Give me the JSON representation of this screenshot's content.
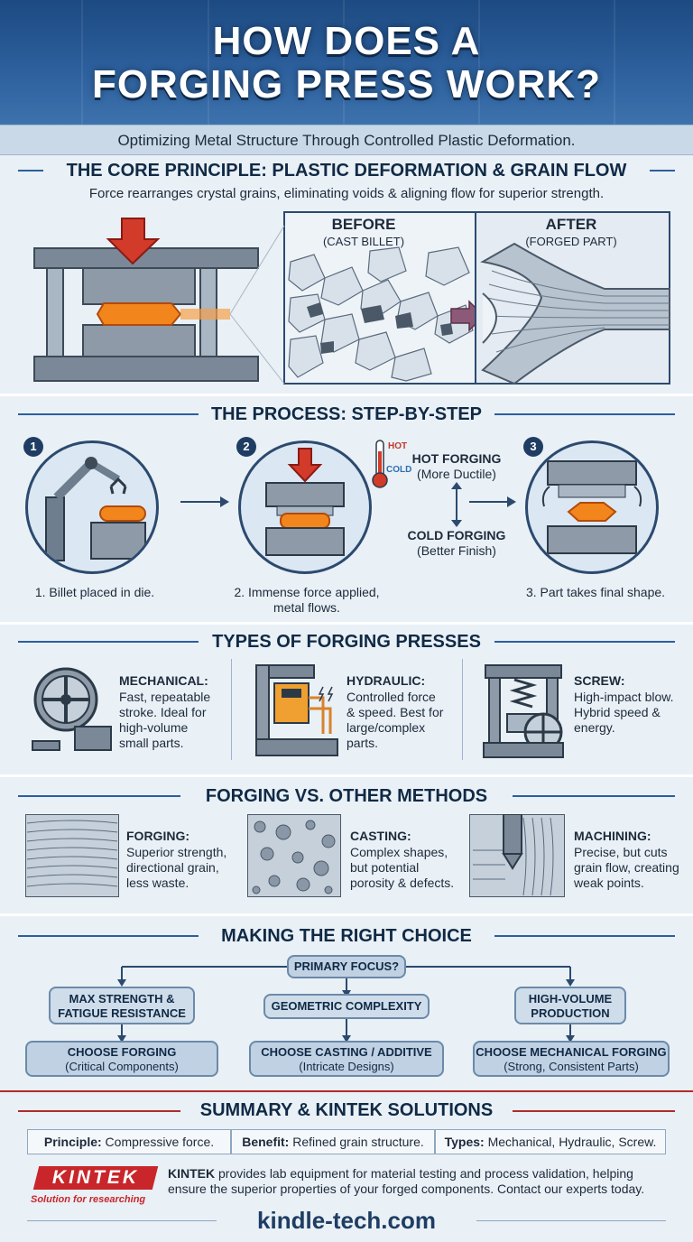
{
  "header": {
    "title_line1": "HOW DOES A",
    "title_line2": "FORGING PRESS WORK?",
    "subtitle": "Optimizing Metal Structure Through Controlled Plastic Deformation."
  },
  "core": {
    "title": "THE CORE PRINCIPLE: PLASTIC DEFORMATION & GRAIN FLOW",
    "desc": "Force rearranges crystal grains, eliminating voids & aligning flow for superior strength.",
    "before_label": "BEFORE",
    "before_sub": "(CAST BILLET)",
    "after_label": "AFTER",
    "after_sub": "(FORGED PART)"
  },
  "process": {
    "title": "THE PROCESS: STEP-BY-STEP",
    "steps": [
      {
        "num": "1",
        "caption": "1. Billet placed in die."
      },
      {
        "num": "2",
        "caption_line1": "2. Immense force applied,",
        "caption_line2": "metal flows."
      },
      {
        "num": "3",
        "caption": "3. Part takes final shape."
      }
    ],
    "thermo_hot": "HOT",
    "thermo_cold": "COLD",
    "hot_title": "HOT FORGING",
    "hot_sub": "(More Ductile)",
    "cold_title": "COLD FORGING",
    "cold_sub": "(Better Finish)"
  },
  "types": {
    "title": "TYPES OF FORGING PRESSES",
    "items": [
      {
        "name": "MECHANICAL:",
        "l1": "Fast, repeatable",
        "l2": "stroke. Ideal for",
        "l3": "high-volume",
        "l4": "small parts."
      },
      {
        "name": "HYDRAULIC:",
        "l1": "Controlled force",
        "l2": "& speed. Best for",
        "l3": "large/complex",
        "l4": "parts."
      },
      {
        "name": "SCREW:",
        "l1": "High-impact blow.",
        "l2": "Hybrid speed &",
        "l3": "energy.",
        "l4": ""
      }
    ]
  },
  "compare": {
    "title": "FORGING VS. OTHER METHODS",
    "items": [
      {
        "name": "FORGING:",
        "l1": "Superior strength,",
        "l2": "directional grain,",
        "l3": "less waste."
      },
      {
        "name": "CASTING:",
        "l1": "Complex shapes,",
        "l2": "but potential",
        "l3": "porosity & defects."
      },
      {
        "name": "MACHINING:",
        "l1": "Precise, but cuts",
        "l2": "grain flow, creating",
        "l3": "weak points."
      }
    ]
  },
  "choice": {
    "title": "MAKING THE RIGHT CHOICE",
    "root": "PRIMARY FOCUS?",
    "opt1_l1": "MAX STRENGTH &",
    "opt1_l2": "FATIGUE RESISTANCE",
    "opt2": "GEOMETRIC COMPLEXITY",
    "opt3_l1": "HIGH-VOLUME",
    "opt3_l2": "PRODUCTION",
    "res1_l1": "CHOOSE FORGING",
    "res1_l2": "(Critical Components)",
    "res2_l1": "CHOOSE CASTING / ADDITIVE",
    "res2_l2": "(Intricate Designs)",
    "res3_l1": "CHOOSE MECHANICAL FORGING",
    "res3_l2": "(Strong, Consistent Parts)"
  },
  "summary": {
    "title": "SUMMARY & KINTEK SOLUTIONS",
    "c1_key": "Principle:",
    "c1_val": " Compressive force.",
    "c2_key": "Benefit:",
    "c2_val": " Refined grain structure.",
    "c3_key": "Types:",
    "c3_val": " Mechanical, Hydraulic, Screw.",
    "logo": "KINTEK",
    "logo_tagline": "Solution for researching",
    "brand": "KINTEK",
    "blurb_l1": " provides lab equipment for material testing and process validation, helping",
    "blurb_l2": "ensure the superior properties of your forged components. Contact our experts today.",
    "url": "kindle-tech.com"
  },
  "colors": {
    "header_blue": "#2c5f9c",
    "accent_red": "#b22a2a",
    "metal_gray": "#6f7e8e",
    "hot_orange": "#f08a20"
  }
}
